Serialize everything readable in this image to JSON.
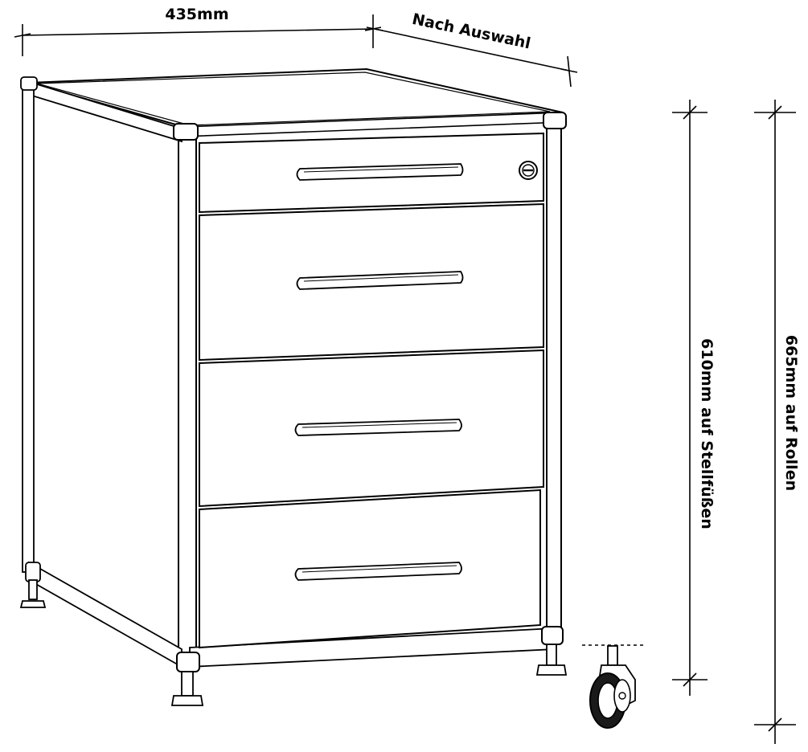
{
  "dimensions": {
    "width_label": "435mm",
    "depth_label": "Nach Auswahl",
    "height_feet_label": "610mm auf Stellfüßen",
    "height_casters_label": "665mm auf Rollen"
  },
  "product": {
    "drawer_count": 4,
    "drawers": [
      {
        "name": "top-drawer",
        "has_lock": true
      },
      {
        "name": "drawer-2",
        "has_lock": false
      },
      {
        "name": "drawer-3",
        "has_lock": false
      },
      {
        "name": "drawer-4",
        "has_lock": false
      }
    ],
    "icons": [
      "lock-icon",
      "caster-wheel-icon",
      "leveling-foot-icon"
    ],
    "colors": {
      "line": "#000000",
      "background": "#ffffff",
      "wheel": "#1a1a1a"
    }
  }
}
